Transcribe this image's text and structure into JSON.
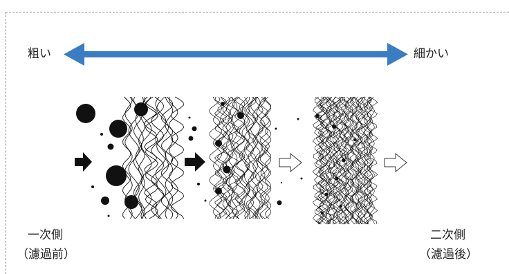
{
  "scale": {
    "coarse_label": "粗い",
    "fine_label": "細かい",
    "arrow_color": "#3b7dc4"
  },
  "stages": {
    "primary_line1": "一次側",
    "primary_line2": "（濾過前）",
    "secondary_line1": "二次側",
    "secondary_line2": "（濾過後）"
  },
  "media": [
    {
      "name": "coarse-filter-layer",
      "density": "coarse"
    },
    {
      "name": "medium-filter-layer",
      "density": "medium"
    },
    {
      "name": "fine-filter-layer",
      "density": "fine"
    }
  ],
  "flow_arrows": [
    {
      "name": "flow-arrow-1",
      "style": "solid"
    },
    {
      "name": "flow-arrow-2",
      "style": "solid"
    },
    {
      "name": "flow-arrow-3",
      "style": "outline"
    },
    {
      "name": "flow-arrow-4",
      "style": "outline"
    }
  ]
}
